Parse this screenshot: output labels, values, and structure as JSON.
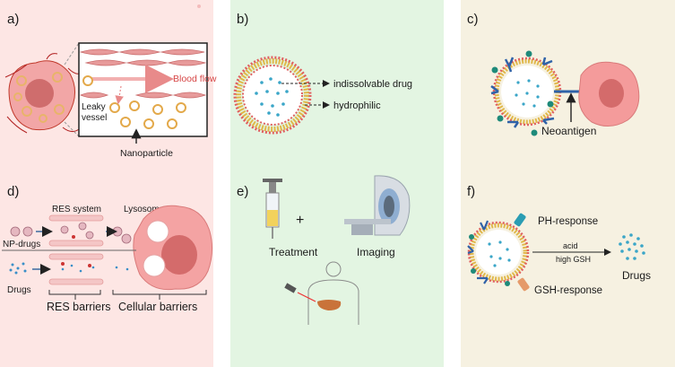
{
  "panels": {
    "a": {
      "label": "a)",
      "blood_flow": "Blood flow",
      "leaky": "Leaky",
      "vessel": "vessel",
      "nanoparticle": "Nanoparticle"
    },
    "b": {
      "label": "b)",
      "drug": "indissolvable drug",
      "hydrophilic": "hydrophilic"
    },
    "c": {
      "label": "c)",
      "neoantigen": "Neoantigen"
    },
    "d": {
      "label": "d)",
      "res_system": "RES system",
      "lysosome": "Lysosome",
      "np_drugs": "NP-drugs",
      "drugs": "Drugs",
      "res_barriers": "RES barriers",
      "cellular_barriers": "Cellular barriers"
    },
    "e": {
      "label": "e)",
      "plus": "+",
      "treatment": "Treatment",
      "imaging": "Imaging"
    },
    "f": {
      "label": "f)",
      "ph_response": "PH-response",
      "acid": "acid",
      "high_gsh": "high GSH",
      "drugs": "Drugs",
      "gsh_response": "GSH-response"
    }
  },
  "colors": {
    "panel_red": "#fde6e4",
    "panel_green": "#e3f5e2",
    "panel_yellow": "#f6f1e1",
    "tumor": "#f2a6a6",
    "nucleus": "#d46b6b",
    "lipid_head": "#e05f5f",
    "lipid_tail": "#e0b84a",
    "drug_dot": "#3aa6c8",
    "antibody": "#2f62a8",
    "ligand": "#1f8a7a"
  }
}
